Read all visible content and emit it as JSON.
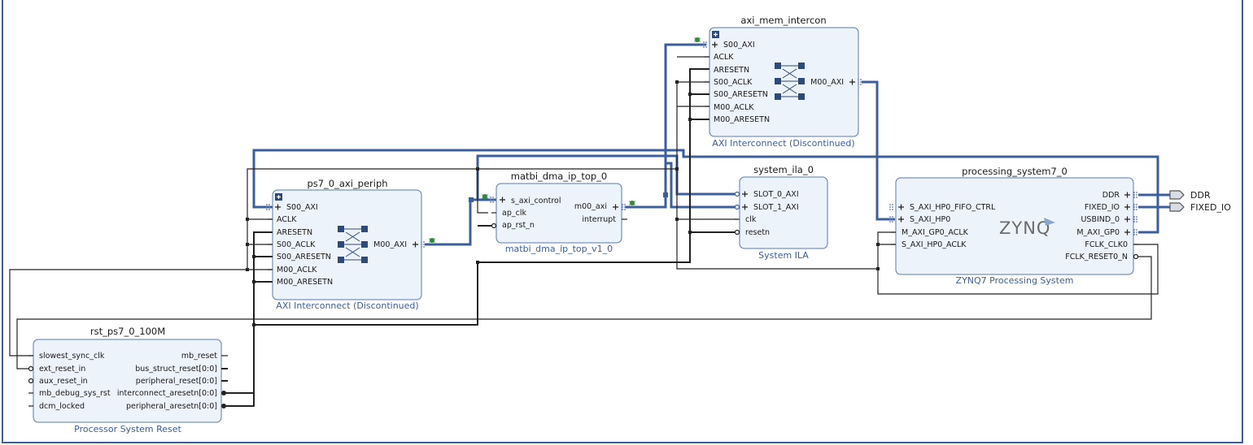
{
  "blocks": {
    "axi_mem_intercon": {
      "name": "axi_mem_intercon",
      "subtitle": "AXI Interconnect (Discontinued)",
      "left_ports": [
        "S00_AXI",
        "ACLK",
        "ARESETN",
        "S00_ACLK",
        "S00_ARESETN",
        "M00_ACLK",
        "M00_ARESETN"
      ],
      "right_ports": [
        "M00_AXI"
      ]
    },
    "ps7_0_axi_periph": {
      "name": "ps7_0_axi_periph",
      "subtitle": "AXI Interconnect (Discontinued)",
      "left_ports": [
        "S00_AXI",
        "ACLK",
        "ARESETN",
        "S00_ACLK",
        "S00_ARESETN",
        "M00_ACLK",
        "M00_ARESETN"
      ],
      "right_ports": [
        "M00_AXI"
      ]
    },
    "matbi_dma_ip_top_0": {
      "name": "matbi_dma_ip_top_0",
      "subtitle": "matbi_dma_ip_top_v1_0",
      "left_ports": [
        "s_axi_control",
        "ap_clk",
        "ap_rst_n"
      ],
      "right_ports": [
        "m00_axi",
        "interrupt"
      ]
    },
    "system_ila_0": {
      "name": "system_ila_0",
      "subtitle": "System ILA",
      "left_ports": [
        "SLOT_0_AXI",
        "SLOT_1_AXI",
        "clk",
        "resetn"
      ],
      "right_ports": []
    },
    "processing_system7_0": {
      "name": "processing_system7_0",
      "subtitle": "ZYNQ7 Processing System",
      "logo": "ZYNQ",
      "left_ports": [
        "S_AXI_HP0_FIFO_CTRL",
        "S_AXI_HP0",
        "M_AXI_GP0_ACLK",
        "S_AXI_HP0_ACLK"
      ],
      "right_ports": [
        "DDR",
        "FIXED_IO",
        "USBIND_0",
        "M_AXI_GP0",
        "FCLK_CLK0",
        "FCLK_RESET0_N"
      ]
    },
    "rst_ps7_0_100M": {
      "name": "rst_ps7_0_100M",
      "subtitle": "Processor System Reset",
      "left_ports": [
        "slowest_sync_clk",
        "ext_reset_in",
        "aux_reset_in",
        "mb_debug_sys_rst",
        "dcm_locked"
      ],
      "right_ports": [
        "mb_reset",
        "bus_struct_reset[0:0]",
        "peripheral_reset[0:0]",
        "interconnect_aresetn[0:0]",
        "peripheral_aresetn[0:0]"
      ]
    }
  },
  "external_ports": [
    "DDR",
    "FIXED_IO"
  ],
  "colors": {
    "block_fill": "#edf3fb",
    "block_border": "#5778b3",
    "bus": "#3b5e9c",
    "subtitle": "#3b5e9c",
    "wire": "#222222",
    "icon": "#2e4a7a",
    "debug_bug": "#2f8a3a"
  }
}
